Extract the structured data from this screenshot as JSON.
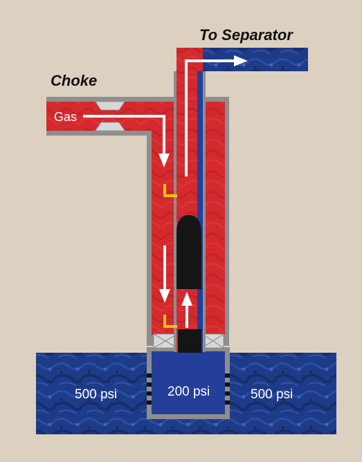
{
  "labels": {
    "to_separator": "To Separator",
    "choke": "Choke",
    "gas": "Gas",
    "formation_left_pressure": "500 psi",
    "wellbore_pressure": "200 psi",
    "formation_right_pressure": "500 psi"
  },
  "colors": {
    "background": "#dcd0c0",
    "gas": "#d42a2e",
    "formation": "#1f3f8f",
    "pipe_wall": "#8e8e8e",
    "plunger": "#151515",
    "flow_arrow": "#ffffff",
    "bumper_marker": "#f3c400"
  },
  "icons": {
    "flow_arrow": "arrow-icon",
    "bumper": "bumper-bracket-icon"
  }
}
